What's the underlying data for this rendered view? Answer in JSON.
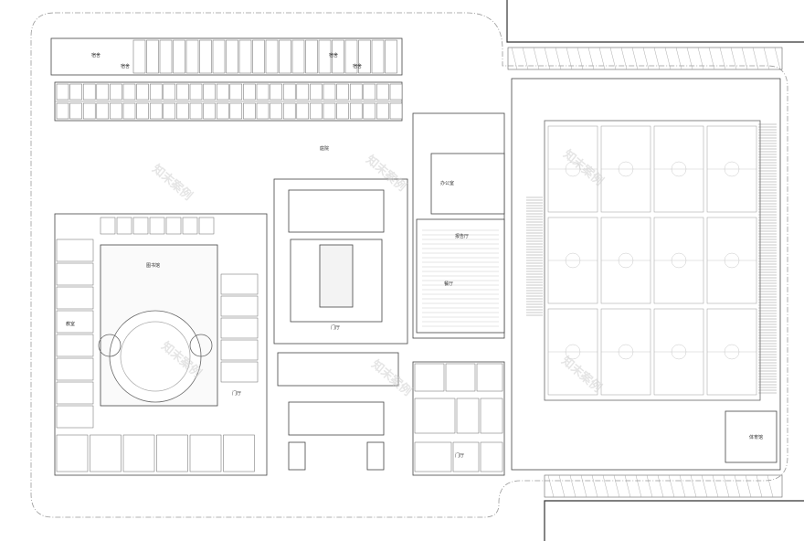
{
  "plan": {
    "watermark": "知末案例",
    "labels": {
      "north_wing": [
        "宿舍",
        "宿舍",
        "宿舍",
        "宿舍"
      ],
      "lobby_west": "门厅",
      "lobby_center": "门厅",
      "lobby_east": "门厅",
      "gym": "体育馆",
      "courtyard": "庭院",
      "hall": "报告厅",
      "dining": "餐厅",
      "library": "图书馆",
      "classrooms": "教室",
      "office": "办公室"
    }
  }
}
